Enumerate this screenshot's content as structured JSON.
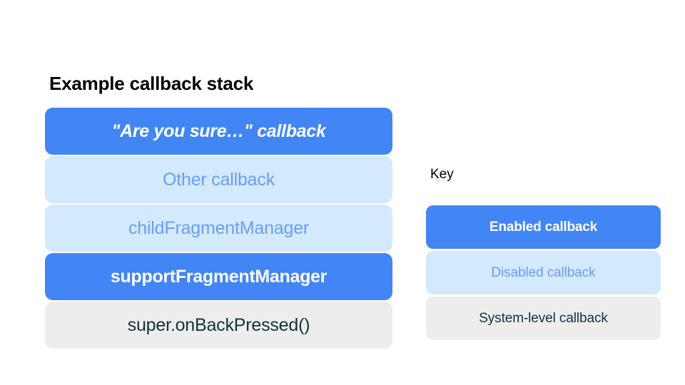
{
  "stack": {
    "title": "Example callback stack",
    "items": [
      {
        "label": "\"Are you sure…\" callback",
        "state": "enabled",
        "emphasis": "quoted-italic"
      },
      {
        "label": "Other callback",
        "state": "disabled",
        "emphasis": "none"
      },
      {
        "label": "childFragmentManager",
        "state": "disabled",
        "emphasis": "none"
      },
      {
        "label": "supportFragmentManager",
        "state": "enabled",
        "emphasis": "none"
      },
      {
        "label": "super.onBackPressed()",
        "state": "system",
        "emphasis": "none"
      }
    ]
  },
  "key": {
    "title": "Key",
    "items": [
      {
        "label": "Enabled callback",
        "state": "enabled"
      },
      {
        "label": "Disabled callback",
        "state": "disabled"
      },
      {
        "label": "System-level callback",
        "state": "system"
      }
    ]
  },
  "colors": {
    "background": "#ffffff",
    "enabled_fill": "#4285f4",
    "enabled_text": "#ffffff",
    "disabled_fill": "#d3e9fd",
    "disabled_text": "#6a9ef6",
    "system_fill": "#ededed",
    "system_text": "#15323f",
    "title_text": "#000000"
  }
}
